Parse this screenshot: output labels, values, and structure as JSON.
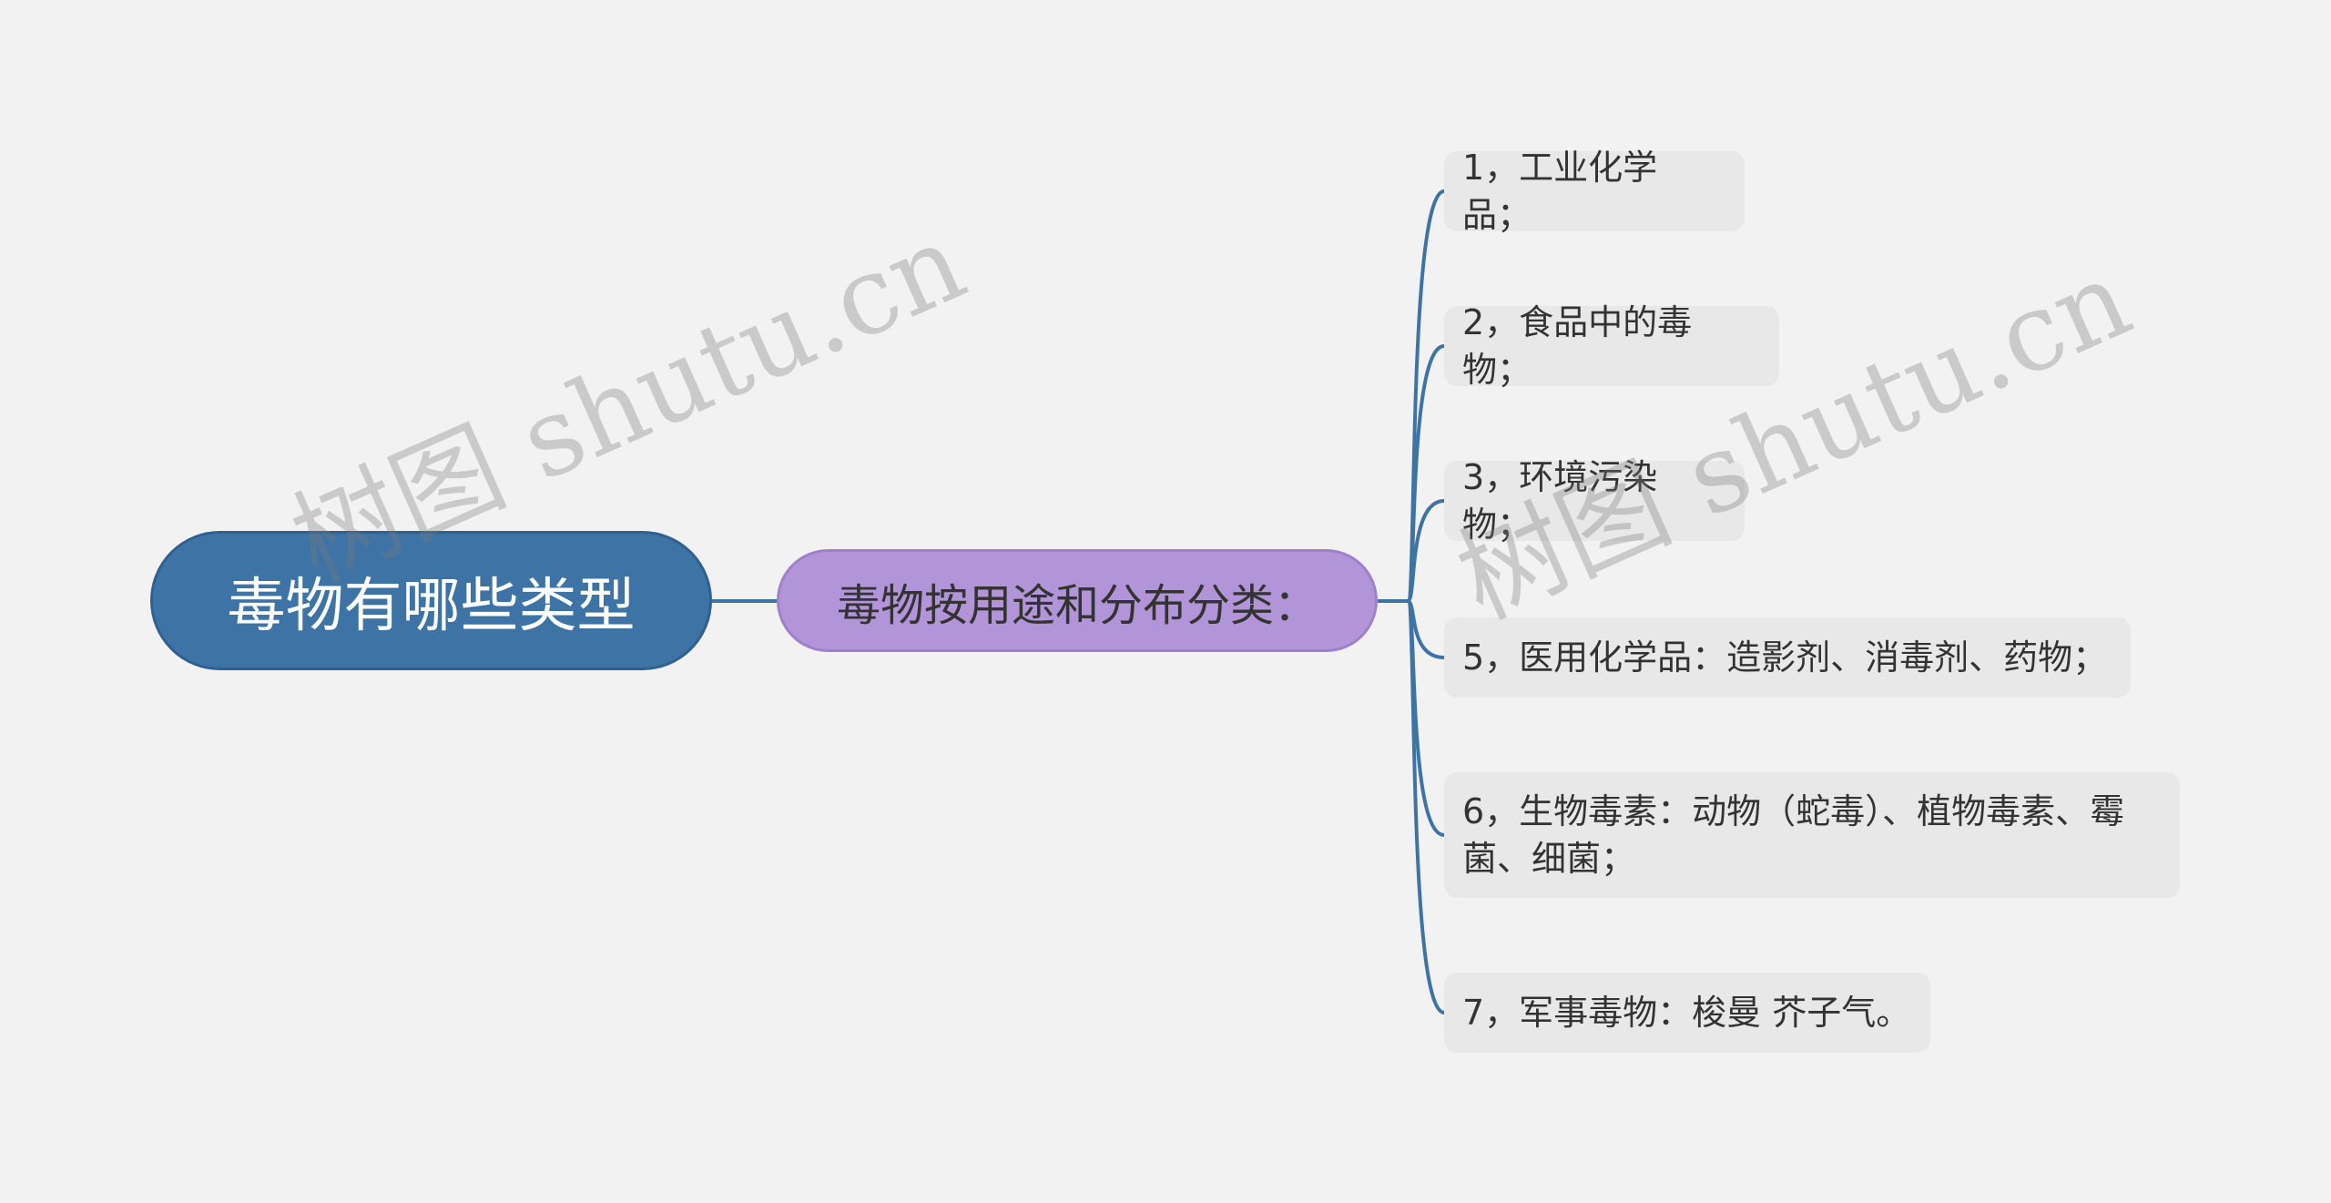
{
  "colors": {
    "background": "#f2f2f2",
    "root_fill": "#3e74a5",
    "branch_fill": "#b295d8",
    "leaf_fill": "#e8e8e8",
    "connector": "#3e74a5"
  },
  "mindmap": {
    "root": "毒物有哪些类型",
    "branch": "毒物按用途和分布分类：",
    "leaves": [
      {
        "text": "1，工业化学品；"
      },
      {
        "text": "2，食品中的毒物；"
      },
      {
        "text": "3，环境污染物；"
      },
      {
        "text": "5，医用化学品：造影剂、消毒剂、药物；"
      },
      {
        "line1": "6，生物毒素：动物（蛇毒）、植物毒素、霉",
        "line2": "菌、细菌；"
      },
      {
        "text": "7，军事毒物：梭曼 芥子气。"
      }
    ]
  },
  "watermarks": [
    "树图 shutu.cn",
    "树图 shutu.cn"
  ]
}
